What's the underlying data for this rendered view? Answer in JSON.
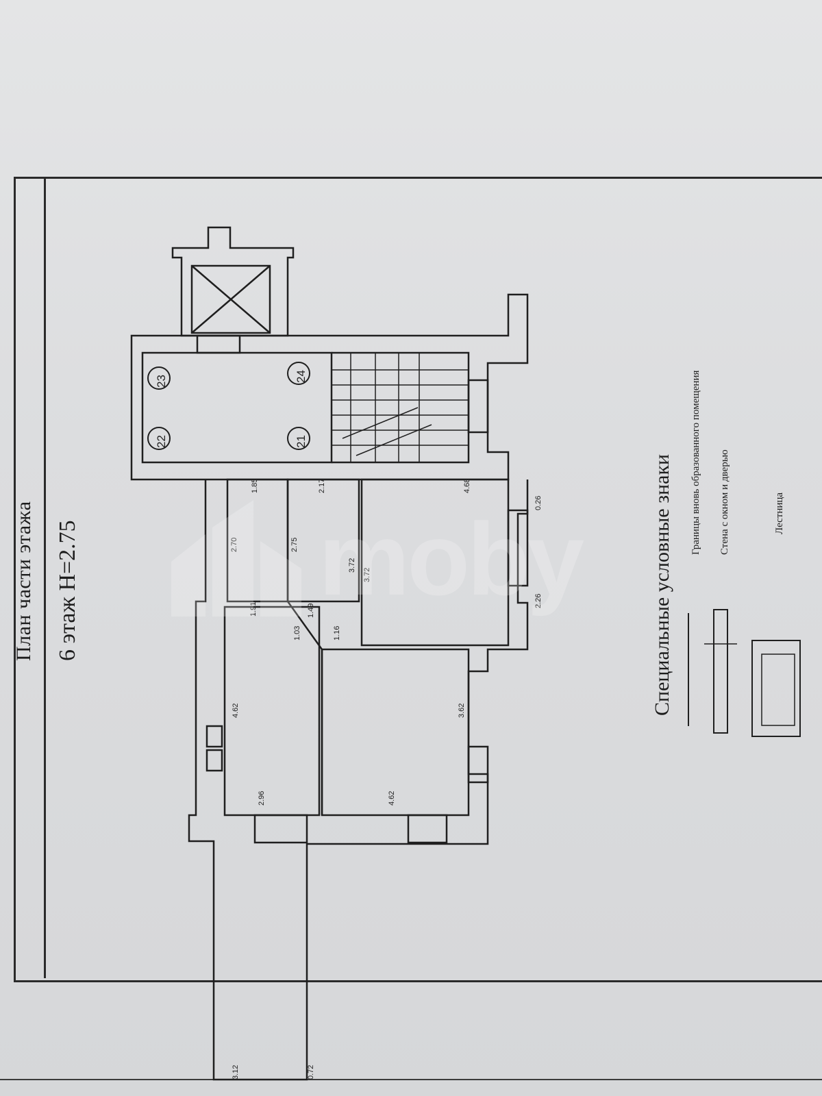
{
  "plan": {
    "title": "План части этажа",
    "floor_label": "6 этаж H=2.75"
  },
  "rooms": {
    "r21": "21",
    "r22": "22",
    "r23": "23",
    "r24": "24"
  },
  "dimensions": {
    "d_1_85": "1.85",
    "d_2_17": "2.17",
    "d_4_68": "4.68",
    "d_0_26": "0.26",
    "d_2_70": "2.70",
    "d_2_75": "2.75",
    "d_3_72a": "3.72",
    "d_3_72b": "3.72",
    "d_2_26": "2.26",
    "d_1_91": "1.91",
    "d_1_49": "1.49",
    "d_1_03": "1.03",
    "d_1_16": "1.16",
    "d_4_62a": "4.62",
    "d_3_62": "3.62",
    "d_2_96": "2.96",
    "d_4_62b": "4.62",
    "d_3_12": "3.12",
    "d_0_72": "0.72"
  },
  "legend": {
    "title": "Специальные условные знаки",
    "item1": "Границы вновь образованного помещения",
    "item2": "Стена с окном и дверью",
    "item3": "Лестница"
  },
  "watermark": {
    "text": "moby"
  }
}
